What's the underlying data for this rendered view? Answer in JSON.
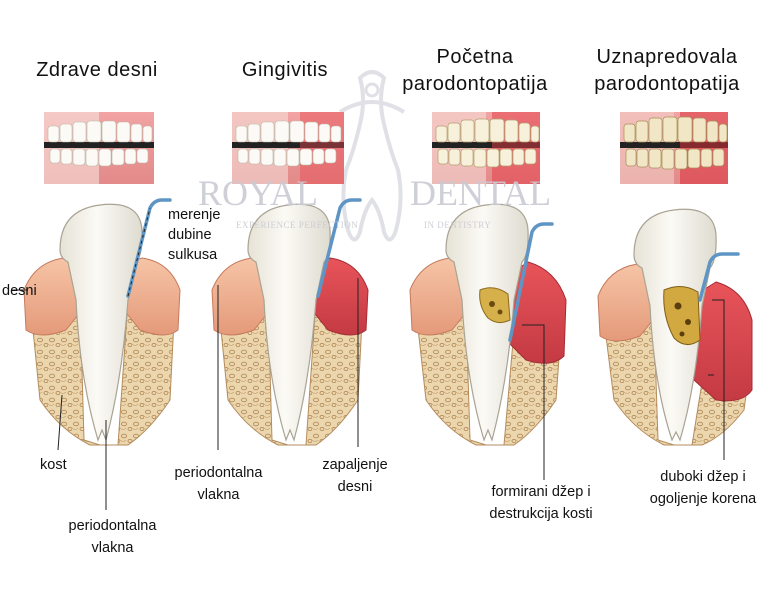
{
  "stages": [
    {
      "title_lines": [
        "Zdrave desni"
      ]
    },
    {
      "title_lines": [
        "Gingivitis"
      ]
    },
    {
      "title_lines": [
        "Početna",
        "parodontopatija"
      ]
    },
    {
      "title_lines": [
        "Uznapredovala",
        "parodontopatija"
      ]
    }
  ],
  "labels": {
    "merenje": [
      "merenje",
      "dubine",
      "sulkusa"
    ],
    "desni": "desni",
    "kost": "kost",
    "periodontalna_1": [
      "periodontalna",
      "vlakna"
    ],
    "periodontalna_2": [
      "periodontalna",
      "vlakna"
    ],
    "zapaljenje": [
      "zapaljenje",
      "desni"
    ],
    "formirani": [
      "formirani džep i",
      "destrukcija kosti"
    ],
    "duboki": [
      "duboki džep i",
      "ogoljenje korena"
    ]
  },
  "watermark": {
    "left": "ROYAL",
    "right": "DENTAL",
    "tag_left": "EXPERIENCE PERFECTION",
    "tag_right": "IN DENTISTRY"
  },
  "colors": {
    "gum_healthy": "#f1b79b",
    "gum_inflamed": "#d9434b",
    "bone": "#e8cfa6",
    "tooth": "#f4f2ea",
    "probe": "#5e95c4",
    "lines": "#222222"
  }
}
